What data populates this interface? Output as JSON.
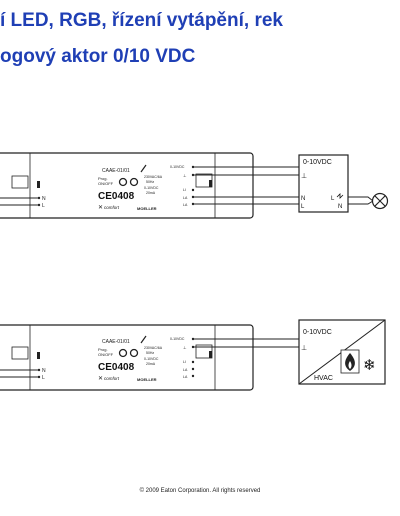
{
  "title": {
    "line1": "í LED, RGB, řízení vytápění, rek",
    "line2": "ogový aktor  0/10 VDC"
  },
  "diagram1": {
    "model": "CAAE-01/01",
    "prog_label": "Prog.",
    "onoff_label": "ON/OFF",
    "power_spec": "230VAC/6A",
    "freq_spec": "50Hz",
    "output_spec": "0-10VDC",
    "current_spec": "20mA",
    "ce_mark": "CE0408",
    "brand": "comfort",
    "maker": "MOELLER",
    "top_terminal_1": "0-10VDC",
    "top_terminal_2": "⊥",
    "left_terminal_n": "N",
    "left_terminal_l": "L",
    "right_terminal_1": "LI",
    "right_terminal_2": "LA",
    "right_terminal_3": "LA",
    "dimmer_label": "0-10VDC",
    "dimmer_ground": "⊥",
    "dimmer_n": "N",
    "dimmer_l": "L",
    "dimmer_l_out": "L",
    "dimmer_n_out": "N"
  },
  "diagram2": {
    "model": "CAAE-01/01",
    "prog_label": "Prog.",
    "onoff_label": "ON/OFF",
    "power_spec": "230VAC/6A",
    "freq_spec": "50Hz",
    "output_spec": "0-10VDC",
    "current_spec": "20mA",
    "ce_mark": "CE0408",
    "brand": "comfort",
    "maker": "MOELLER",
    "top_terminal_1": "0-10VDC",
    "top_terminal_2": "⊥",
    "left_terminal_n": "N",
    "left_terminal_l": "L",
    "right_terminal_1": "LI",
    "right_terminal_2": "LA",
    "right_terminal_3": "LA",
    "hvac_label": "0-10VDC",
    "hvac_ground": "⊥",
    "hvac_text": "HVAC",
    "snowflake": "❄"
  },
  "footer": "© 2009 Eaton Corporation. All rights reserved"
}
